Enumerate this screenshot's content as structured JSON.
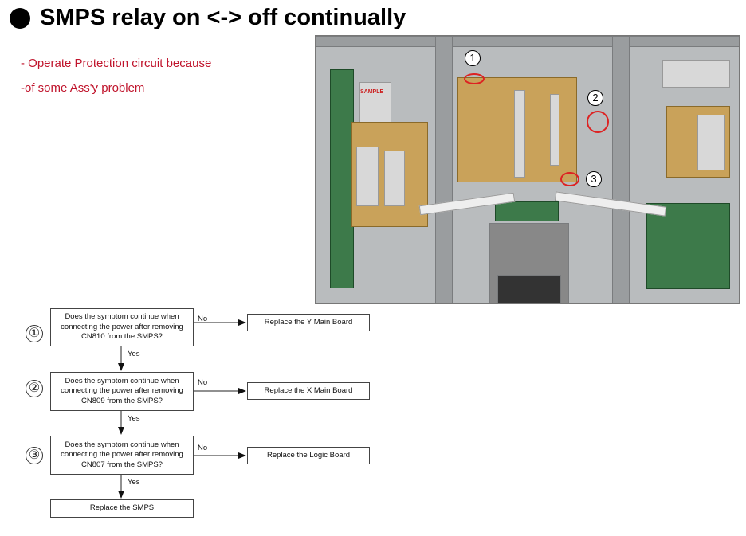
{
  "title": "SMPS relay on <-> off continually",
  "notes": [
    "- Operate Protection circuit because",
    "-of some Ass'y problem"
  ],
  "photo": {
    "markers": [
      "1",
      "2",
      "3"
    ],
    "label": "SAMPLE"
  },
  "flowchart": {
    "steps": [
      {
        "num": "①",
        "question": "Does the symptom continue when connecting the power after removing CN810 from the SMPS?",
        "no_label": "No",
        "no_action": "Replace the Y Main Board",
        "yes_label": "Yes"
      },
      {
        "num": "②",
        "question": "Does the symptom continue when connecting the power after removing CN809 from the SMPS?",
        "no_label": "No",
        "no_action": "Replace the X Main Board",
        "yes_label": "Yes"
      },
      {
        "num": "③",
        "question": "Does the symptom continue when connecting the power after removing CN807 from the SMPS?",
        "no_label": "No",
        "no_action": "Replace the Logic Board",
        "yes_label": "Yes"
      }
    ],
    "final": "Replace the SMPS"
  }
}
